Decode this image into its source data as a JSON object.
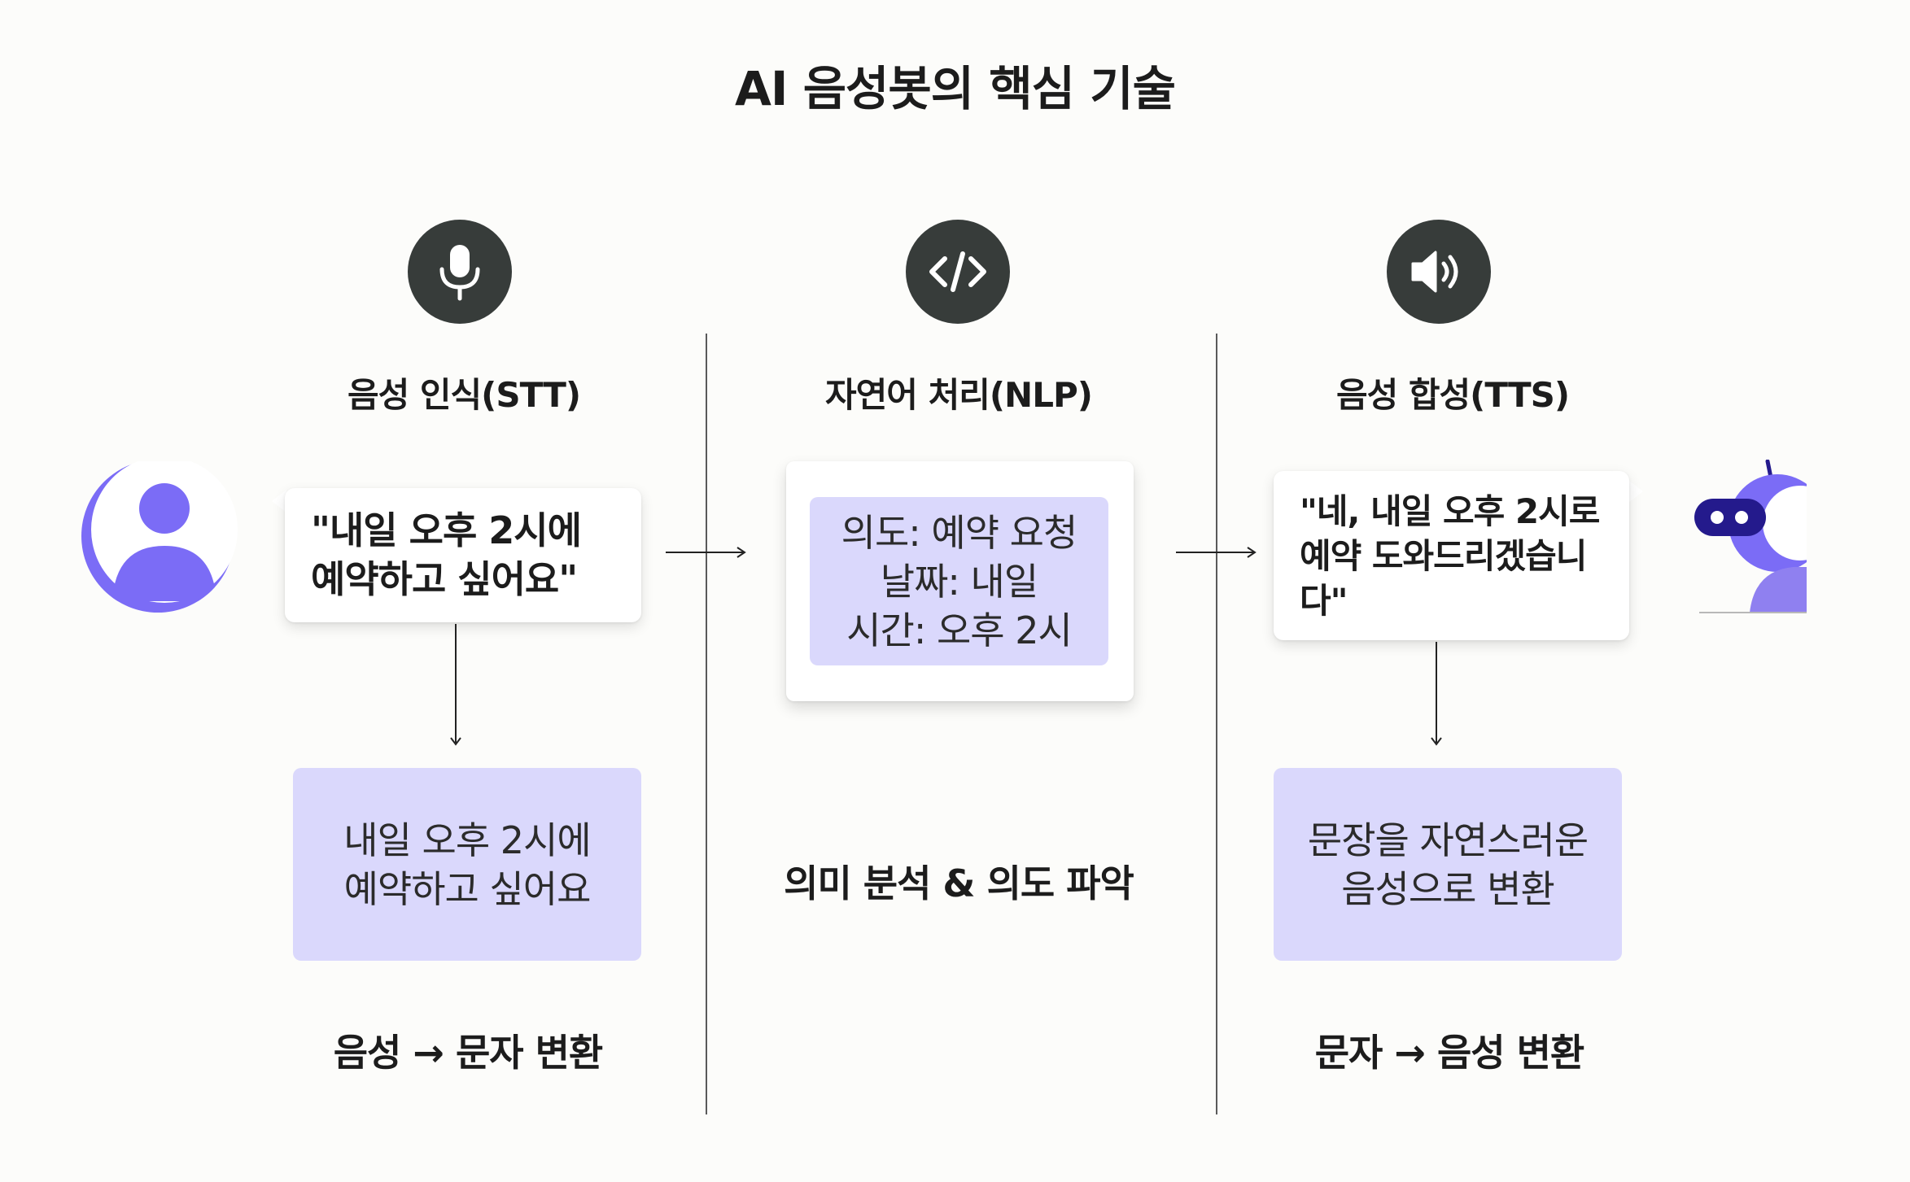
{
  "title": "AI 음성봇의 핵심 기술",
  "colors": {
    "icon_bg": "#373c3a",
    "accent_purple": "#7b6cf6",
    "box_lavender": "#dad8fc",
    "robot_navy": "#241a8c"
  },
  "columns": {
    "stt": {
      "icon": "microphone-icon",
      "title": "음성 인식(STT)",
      "bubble": "\"내일 오후 2시에\n예약하고 싶어요\"",
      "box": "내일 오후 2시에\n예약하고 싶어요",
      "caption": "음성 → 문자 변환"
    },
    "nlp": {
      "icon": "code-icon",
      "title": "자연어 처리(NLP)",
      "box": "의도: 예약 요청\n날짜: 내일\n시간: 오후 2시",
      "caption": "의미 분석 & 의도 파악"
    },
    "tts": {
      "icon": "speaker-icon",
      "title": "음성 합성(TTS)",
      "bubble": "\"네, 내일 오후 2시로\n예약 도와드리겠습니\n다\"",
      "box": "문장을 자연스러운\n음성으로 변환",
      "caption": "문자 → 음성 변환"
    }
  },
  "avatars": {
    "user": "user-avatar-icon",
    "bot": "robot-icon"
  }
}
